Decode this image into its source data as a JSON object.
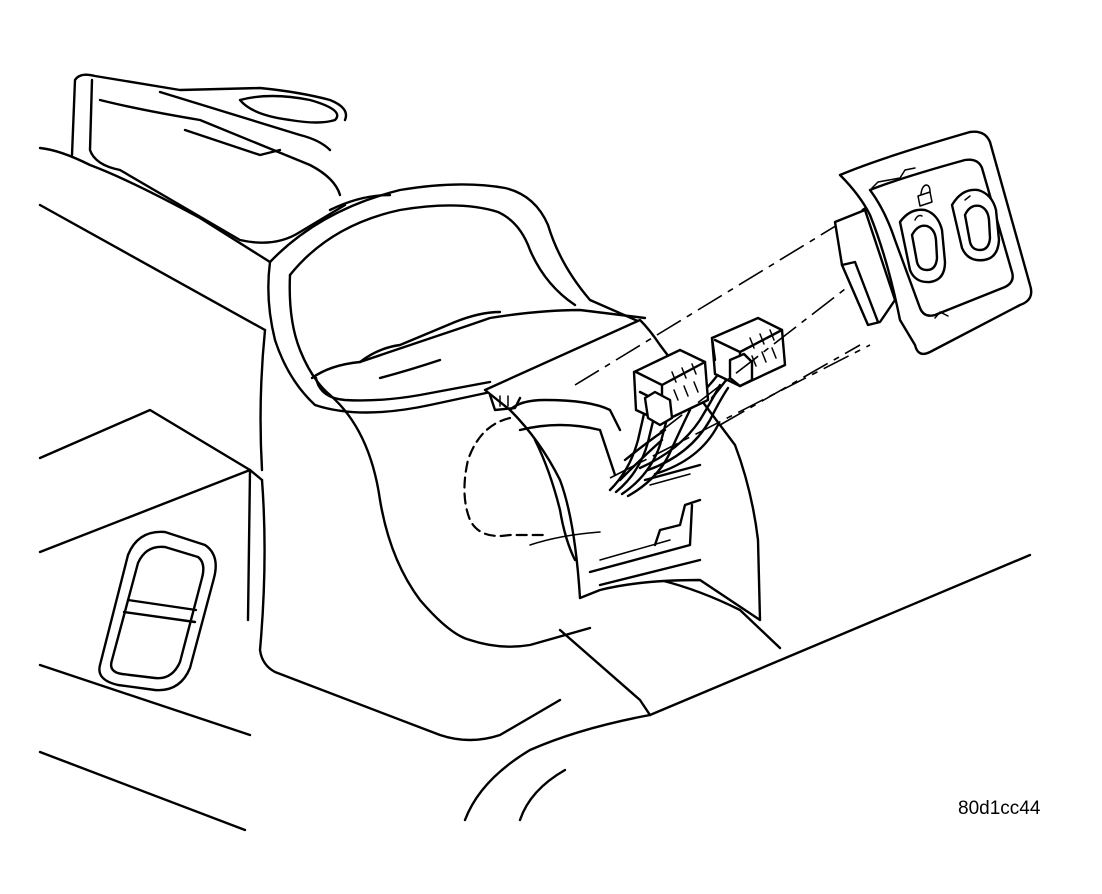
{
  "figure": {
    "code": "80d1cc44"
  },
  "components": [
    "center-console",
    "console-rear-bezel",
    "wire-harness",
    "harness-connector-left",
    "harness-connector-right",
    "power-window-switch-module",
    "window-switch-button-left",
    "window-switch-button-right",
    "lock-symbol-icon",
    "floor-vent"
  ]
}
